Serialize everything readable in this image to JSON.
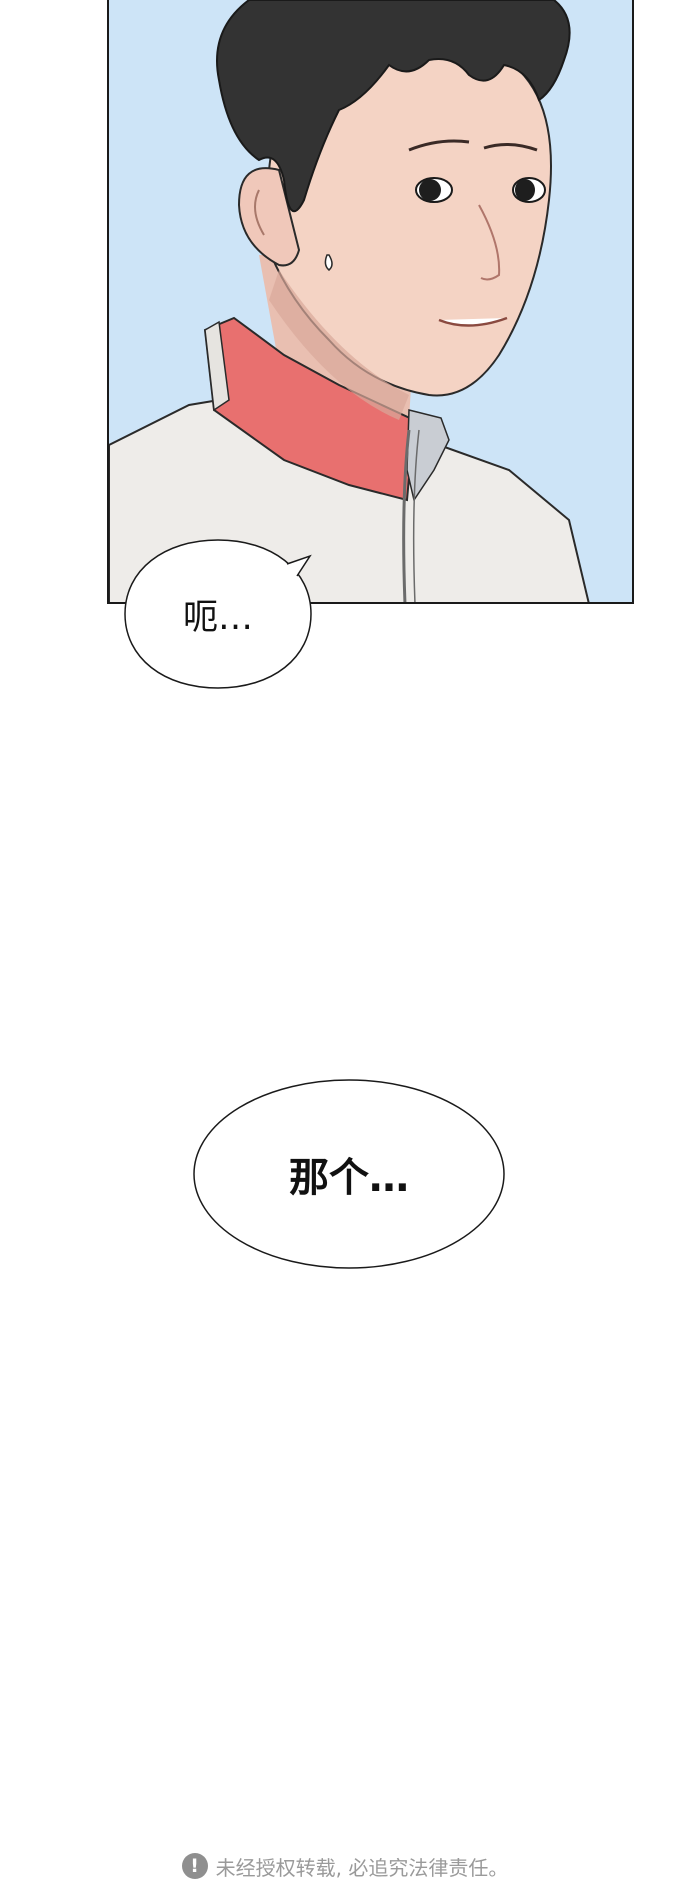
{
  "bubbles": {
    "first": "呃…",
    "second": "那个…"
  },
  "footer": {
    "notice": "未经授权转载, 必追究法律责任。",
    "icon": "exclamation-icon"
  },
  "colors": {
    "sky": "#cde4f7",
    "hair": "#333333",
    "skin": "#f4d3c4",
    "collar": "#e8706f",
    "jacket": "#eeece9"
  }
}
